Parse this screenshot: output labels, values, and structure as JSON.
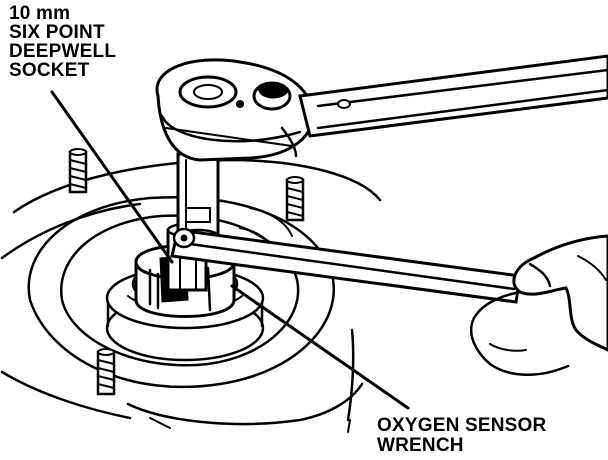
{
  "labels": {
    "socket": {
      "line1": "10 mm",
      "line2": "SIX POINT",
      "line3": "DEEPWELL",
      "line4": "SOCKET"
    },
    "wrench": {
      "line1": "OXYGEN SENSOR",
      "line2": "WRENCH"
    }
  },
  "colors": {
    "ink": "#000000",
    "paper": "#ffffff"
  }
}
